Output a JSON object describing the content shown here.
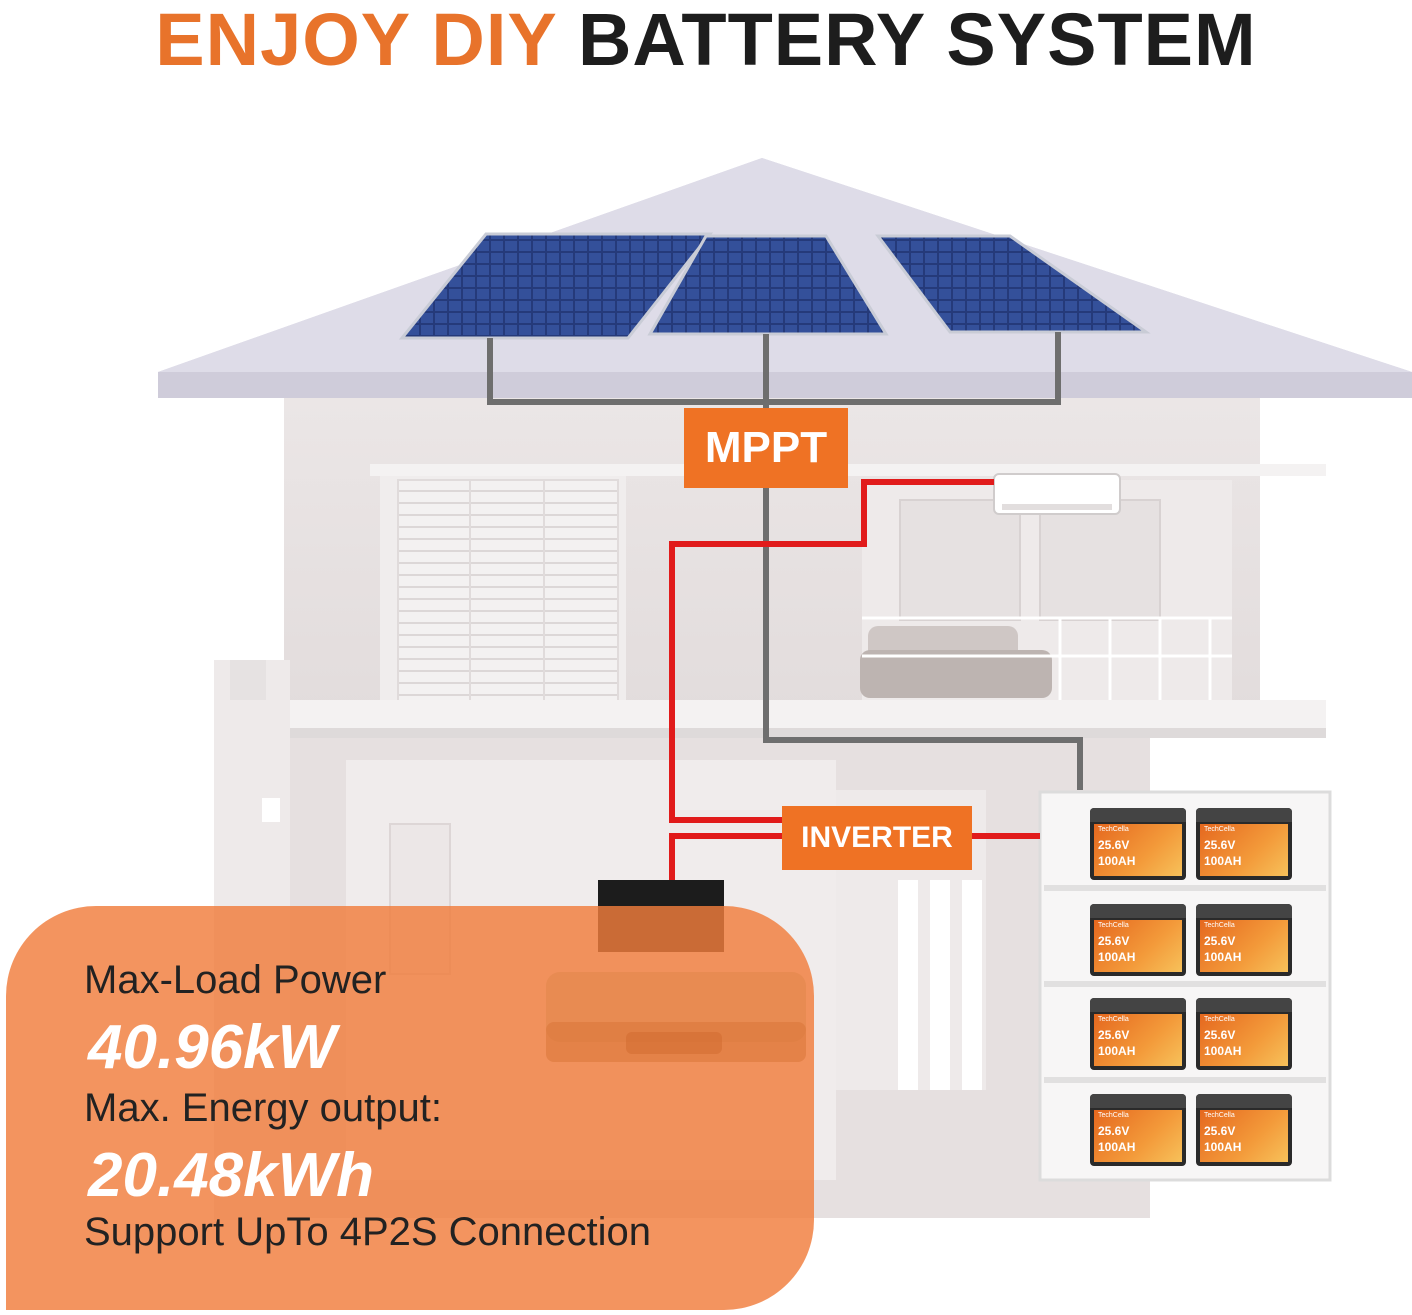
{
  "title": {
    "part1": "ENJOY DIY",
    "part2": "BATTERY SYSTEM"
  },
  "labels": {
    "mppt": "MPPT",
    "inverter": "INVERTER"
  },
  "info": {
    "max_load_label": "Max-Load Power",
    "max_load_value": "40.96kW",
    "energy_label": "Max. Energy output:",
    "energy_value": "20.48kWh",
    "support": "Support UpTo 4P2S Connection"
  },
  "battery": {
    "brand": "TechCella",
    "voltage": "25.6V",
    "capacity": "100AH"
  },
  "colors": {
    "orange": "#ef7224",
    "title_orange": "#e8732b",
    "title_dark": "#1d1d1d",
    "wire_red": "#e11b1b",
    "wire_gray": "#6e6e6e"
  }
}
